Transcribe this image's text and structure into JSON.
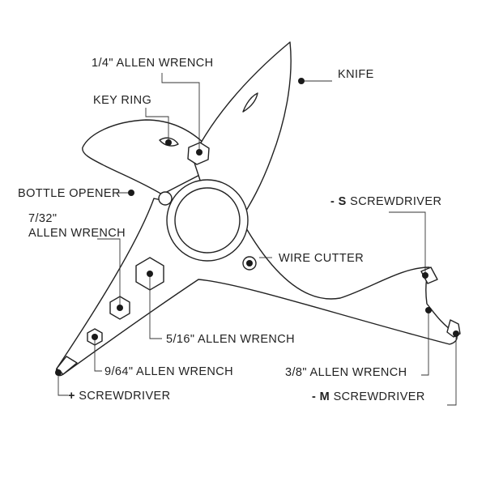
{
  "labels": {
    "quarter_allen": "1/4\" ALLEN WRENCH",
    "knife": "KNIFE",
    "key_ring": "KEY RING",
    "bottle_opener": "BOTTLE OPENER",
    "s_screwdriver_prefix": "- S",
    "s_screwdriver_suffix": " SCREWDRIVER",
    "seven_32_line1": "7/32\"",
    "seven_32_line2": "ALLEN WRENCH",
    "wire_cutter": "WIRE CUTTER",
    "five_16": "5/16\" ALLEN WRENCH",
    "nine_64": "9/64\" ALLEN WRENCH",
    "three_8": "3/8\" ALLEN WRENCH",
    "plus_prefix": "+",
    "plus_suffix": " SCREWDRIVER",
    "m_prefix": "- M",
    "m_suffix": " SCREWDRIVER"
  },
  "colors": {
    "line": "#222222",
    "background": "#ffffff"
  }
}
